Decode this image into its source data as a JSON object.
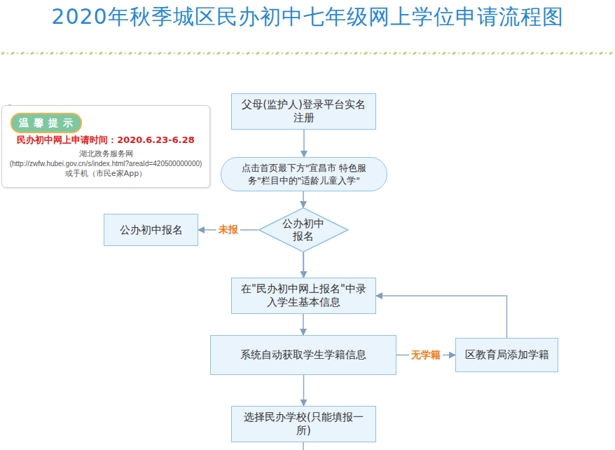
{
  "diagram": {
    "title": "2020年秋季城区民办初中七年级网上学位申请流程图",
    "nodes": [
      {
        "text": [
          "温馨提示",
          "民办初中网上申请时间：2020.6.23-6.28",
          "湖北政务服务网",
          "(http://zwfw.hubei.gov.cn/s/index.html?areaId=420500000000)",
          "或手机（市民e家App）"
        ]
      },
      {
        "text": [
          "父母(监护人)登录平台实名注册"
        ]
      },
      {
        "text": [
          "点击首页最下方\"宜昌市 特色服务\"栏目中的\"适龄儿童入学\""
        ]
      },
      {
        "text": [
          "公办初中报名"
        ]
      },
      {
        "text": [
          "公办初中报名"
        ]
      },
      {
        "text": [
          "在\"民办初中网上报名\"中录入学生基本信息"
        ]
      },
      {
        "text": [
          "系统自动获取学生学籍信息"
        ]
      },
      {
        "text": [
          "区教育局添加学籍"
        ]
      },
      {
        "text": [
          "选择民办学校(只能填报一所)"
        ]
      }
    ],
    "edges": [
      {
        "from": 1,
        "to": 2,
        "arrow": "to"
      },
      {
        "from": 2,
        "to": 3,
        "arrow": "to"
      },
      {
        "from": 3,
        "to": 4,
        "label": "未报",
        "arrow": "to"
      },
      {
        "from": 4,
        "to": 5,
        "arrow": "to"
      },
      {
        "from": 3,
        "to": 5,
        "arrow": "to"
      },
      {
        "from": 5,
        "to": 6,
        "arrow": "to"
      },
      {
        "from": 6,
        "to": 7,
        "label": "无学籍",
        "arrow": "to"
      },
      {
        "from": 7,
        "to": 5,
        "arrow": "to"
      },
      {
        "from": 6,
        "to": 8,
        "arrow": "to"
      }
    ]
  }
}
